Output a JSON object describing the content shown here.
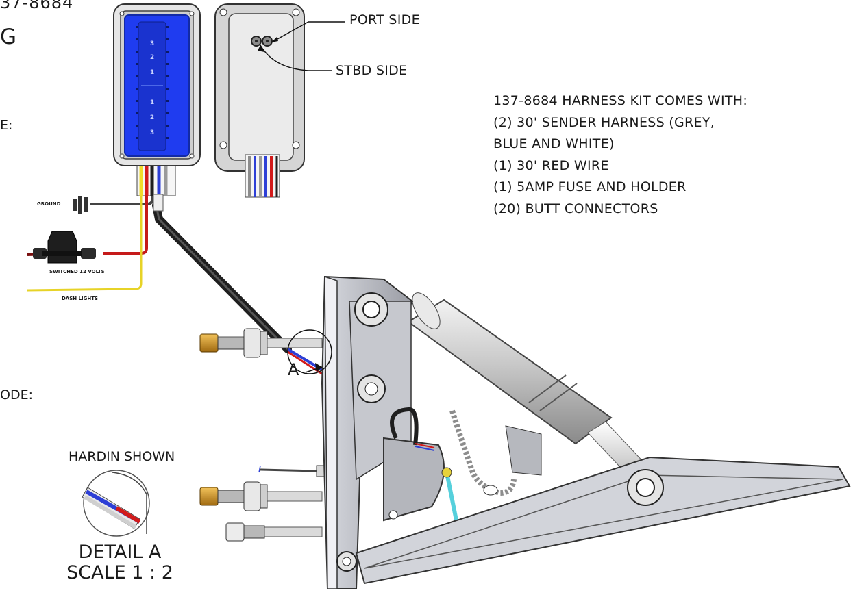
{
  "title_block": {
    "number_fragment": "37-8684",
    "title_fragment": "G"
  },
  "cut_labels": {
    "left_label_1": "E:",
    "left_label_2": "ODE:"
  },
  "callouts": {
    "port_side": "PORT SIDE",
    "stbd_side": "STBD SIDE",
    "section_marker": "A"
  },
  "wire_labels": {
    "ground": "GROUND",
    "switched": "SWITCHED 12 VOLTS",
    "dash": "DASH LIGHTS"
  },
  "harness_kit": {
    "lines": [
      "137-8684 HARNESS KIT COMES WITH:",
      "(2) 30' SENDER HARNESS (GREY,",
      "BLUE AND WHITE)",
      "(1) 30' RED WIRE",
      "(1) 5AMP FUSE AND HOLDER",
      "(20) BUTT CONNECTORS"
    ]
  },
  "detail": {
    "hardin_label": "HARDIN SHOWN",
    "title": "DETAIL A",
    "scale": "SCALE 1 : 2"
  },
  "indicator_panel": {
    "labels": [
      "3",
      "2",
      "1",
      "1",
      "2",
      "3"
    ]
  },
  "colors": {
    "panel_blue": "#1f3cf0",
    "wire_red": "#d21a1a",
    "wire_yellow": "#f1dc2a",
    "wire_blue": "#2d3fd6",
    "wire_grey": "#8c8c8c",
    "cyan_link": "#56d0dc"
  }
}
